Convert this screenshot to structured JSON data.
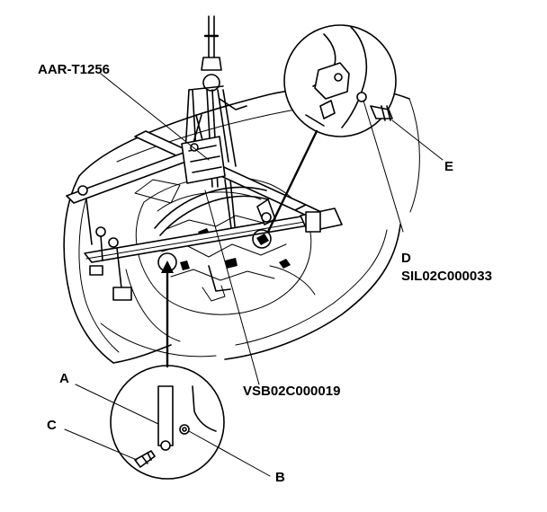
{
  "labels": {
    "tool": "AAR-T1256",
    "code_left": "VSB02C000019",
    "code_right": "SIL02C000033",
    "a": "A",
    "b": "B",
    "c": "C",
    "d": "D",
    "e": "E"
  }
}
